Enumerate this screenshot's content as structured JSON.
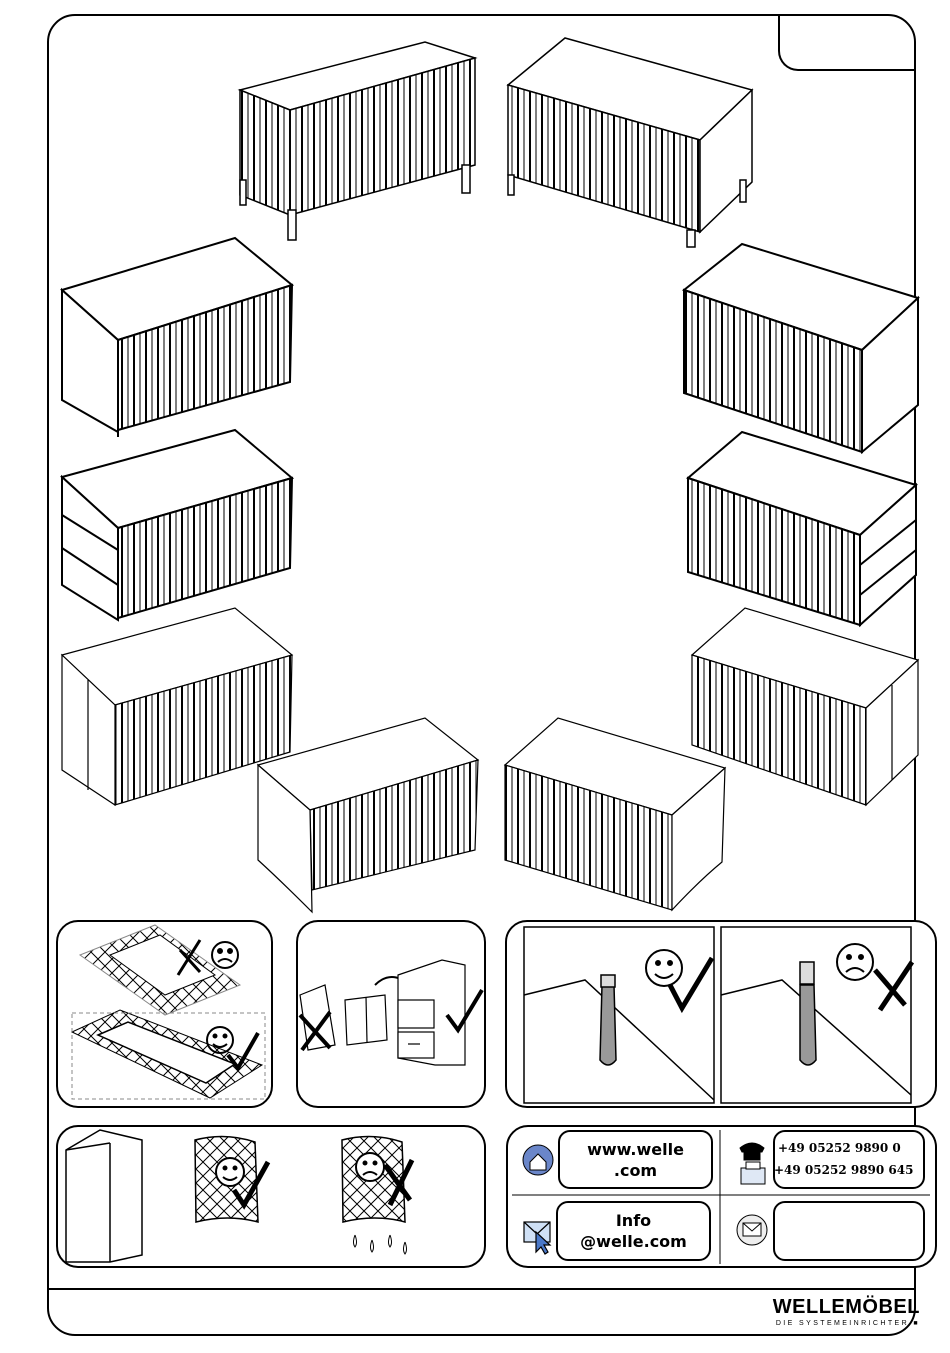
{
  "footer": {
    "brand": "WELLEMÖBEL",
    "tagline": "DIE SYSTEMEINRICHTER ■"
  },
  "contact": {
    "website": "www.welle\n.com",
    "email": "Info\n@welle.com",
    "phone": "+49 05252 9890 0",
    "fax": "+49 05252 9890 645"
  },
  "illustrations": [
    "crib-variant",
    "crib-variant",
    "crib-variant",
    "crib-variant",
    "crib-variant",
    "crib-variant",
    "crib-variant",
    "crib-variant",
    "crib-variant",
    "crib-variant"
  ],
  "icons": {
    "ok": "smiley-check-icon",
    "bad": "frown-cross-icon",
    "globe": "globe-icon",
    "mail": "envelope-icon",
    "phone": "telephone-icon",
    "fax": "fax-icon"
  }
}
